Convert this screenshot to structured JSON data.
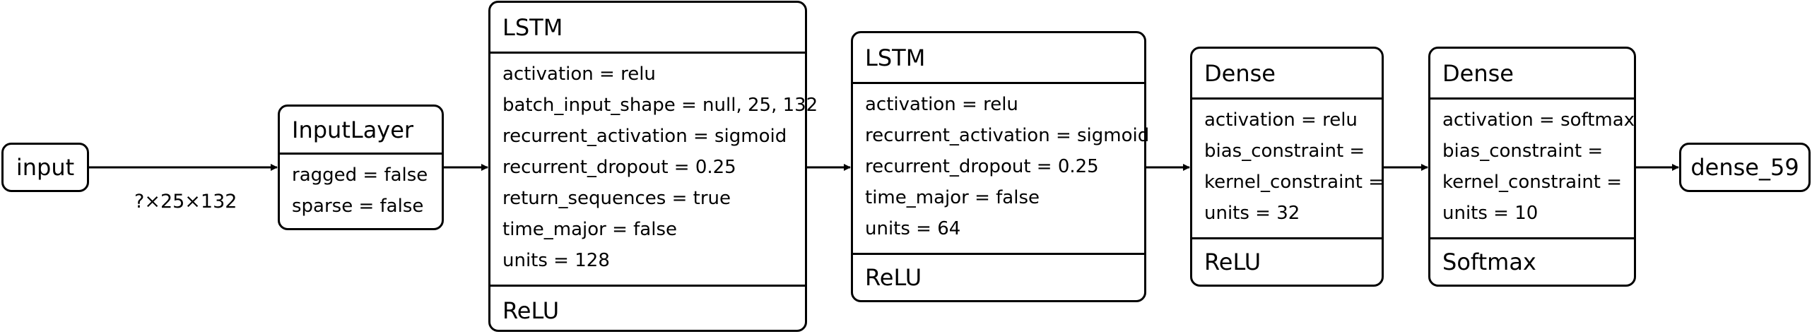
{
  "input_node": {
    "label": "input"
  },
  "edge_label": "?×25×132",
  "layers": [
    {
      "type": "InputLayer",
      "attrs": [
        "ragged = false",
        "sparse = false"
      ],
      "activation": ""
    },
    {
      "type": "LSTM",
      "attrs": [
        "activation = relu",
        "batch_input_shape = null, 25, 132",
        "recurrent_activation = sigmoid",
        "recurrent_dropout = 0.25",
        "return_sequences = true",
        "time_major = false",
        "units = 128"
      ],
      "activation": "ReLU"
    },
    {
      "type": "LSTM",
      "attrs": [
        "activation = relu",
        "recurrent_activation = sigmoid",
        "recurrent_dropout = 0.25",
        "time_major = false",
        "units = 64"
      ],
      "activation": "ReLU"
    },
    {
      "type": "Dense",
      "attrs": [
        "activation = relu",
        "bias_constraint =",
        "kernel_constraint =",
        "units = 32"
      ],
      "activation": "ReLU"
    },
    {
      "type": "Dense",
      "attrs": [
        "activation = softmax",
        "bias_constraint =",
        "kernel_constraint =",
        "units = 10"
      ],
      "activation": "Softmax"
    }
  ],
  "output_node": {
    "label": "dense_59"
  }
}
